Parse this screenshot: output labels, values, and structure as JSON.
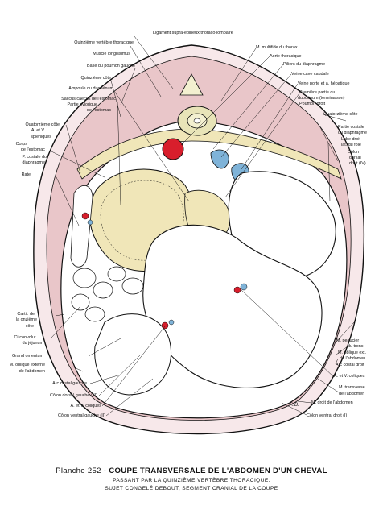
{
  "labels_left": [
    {
      "id": "quinzieme-vertebre-thoracique",
      "text": "Quinzième vertèbre thoracique"
    },
    {
      "id": "muscle-longissimus",
      "text": "Muscle longissimus"
    },
    {
      "id": "base-poumon-gauche",
      "text": "Base du poumon gauche"
    },
    {
      "id": "quinzieme-cote",
      "text": "Quinzième côte"
    },
    {
      "id": "ampoule-duodenum",
      "text": "Ampoule du duodénum"
    },
    {
      "id": "saccus-caecus",
      "text": "Saccus caecus de l'estomac"
    },
    {
      "id": "partie-pylorique",
      "text": "Partie pylorique"
    },
    {
      "id": "de-l-estomac",
      "text": "de l'estomac"
    },
    {
      "id": "quatorzieme-cote-l",
      "text": "Quatorzième côte"
    },
    {
      "id": "a-et-v-l",
      "text": "A. et V."
    },
    {
      "id": "spleniques",
      "text": "spléniques"
    },
    {
      "id": "corps",
      "text": "Corps"
    },
    {
      "id": "de-l-estomac-2",
      "text": "de l'estomac"
    },
    {
      "id": "p-costale",
      "text": "P. costale du"
    },
    {
      "id": "diaphragme-l",
      "text": "diaphragme"
    },
    {
      "id": "rate",
      "text": "Rate"
    },
    {
      "id": "cartil",
      "text": "Cartil. de"
    },
    {
      "id": "la-onzieme",
      "text": "la onzième"
    },
    {
      "id": "cote",
      "text": "côte"
    },
    {
      "id": "circonvolut",
      "text": "Circonvolut."
    },
    {
      "id": "du-jejunum",
      "text": "du jéjunum"
    },
    {
      "id": "grand-omentum",
      "text": "Grand omentum"
    },
    {
      "id": "m-oblique-externe",
      "text": "M. oblique externe"
    },
    {
      "id": "de-l-abdomen-l",
      "text": "de l'abdomen"
    },
    {
      "id": "arc-costal-gauche",
      "text": "Arc costal gauche"
    },
    {
      "id": "colon-dorsal-gauche",
      "text": "Côlon dorsal gauche (III)"
    },
    {
      "id": "a-v-coliques-l",
      "text": "A. et V. coliques"
    },
    {
      "id": "colon-ventral-gauche",
      "text": "Côlon ventral gauche (II)"
    }
  ],
  "labels_right": [
    {
      "id": "m-multifide",
      "text": "M. multifide du thorax"
    },
    {
      "id": "aorte-thoracique",
      "text": "Aorte thoracique"
    },
    {
      "id": "piliers-diaphragme",
      "text": "Piliers du diaphragme"
    },
    {
      "id": "veine-cave-caudale",
      "text": "Veine cave caudale"
    },
    {
      "id": "veine-porte",
      "text": "Veine porte et a. hépatique"
    },
    {
      "id": "premiere-partie",
      "text": "Première partie du"
    },
    {
      "id": "duodenum-terminaison",
      "text": "duodénum (terminaison)"
    },
    {
      "id": "poumon-droit",
      "text": "Poumon droit"
    },
    {
      "id": "quatorzieme-cote-r",
      "text": "Quatorzième côte"
    },
    {
      "id": "partie-costale",
      "text": "Partie costale"
    },
    {
      "id": "du-diaphragme",
      "text": "du diaphragme"
    },
    {
      "id": "lobe-droit",
      "text": "Lobe droit"
    },
    {
      "id": "lat-du-foie",
      "text": "lat. du foie"
    },
    {
      "id": "colon",
      "text": "Côlon"
    },
    {
      "id": "dorsal",
      "text": "dorsal"
    },
    {
      "id": "droit-iv",
      "text": "droit (IV)"
    },
    {
      "id": "m-peaucier",
      "text": "M. peaucier"
    },
    {
      "id": "du-tronc",
      "text": "du tronc"
    },
    {
      "id": "m-oblique-ext",
      "text": "M. oblique ext."
    },
    {
      "id": "de-l-abdomen-r",
      "text": "de l'abdomen"
    },
    {
      "id": "arc-costal-droit",
      "text": "Arc costal droit"
    },
    {
      "id": "a-v-coliques-r",
      "text": "A. et V. coliques"
    },
    {
      "id": "m-transverse",
      "text": "M. transverse"
    },
    {
      "id": "de-l-abdomen-r2",
      "text": "de l'abdomen"
    },
    {
      "id": "m-droit",
      "text": "M. droit de l'abdomen"
    },
    {
      "id": "colon-ventral-droit",
      "text": "Côlon ventral droit (I)"
    }
  ],
  "top_label": "Ligament supra-épineux thoraco-lombaire",
  "signature": "R.B.",
  "caption": {
    "plate": "Planche 252",
    "dash": "-",
    "title": "COUPE TRANSVERSALE DE L'ABDOMEN D'UN CHEVAL",
    "line2": "PASSANT PAR LA QUINZIÈME VERTÈBRE THORACIQUE.",
    "line3": "SUJET CONGELÉ DEBOUT, SEGMENT CRANIAL DE LA COUPE"
  },
  "colors": {
    "artery": "#d81e2c",
    "vein": "#7fb3d8",
    "muscle": "#e9c6c9",
    "fat": "#f0e6b8",
    "bone": "#f3f0d0",
    "outline": "#111111"
  }
}
